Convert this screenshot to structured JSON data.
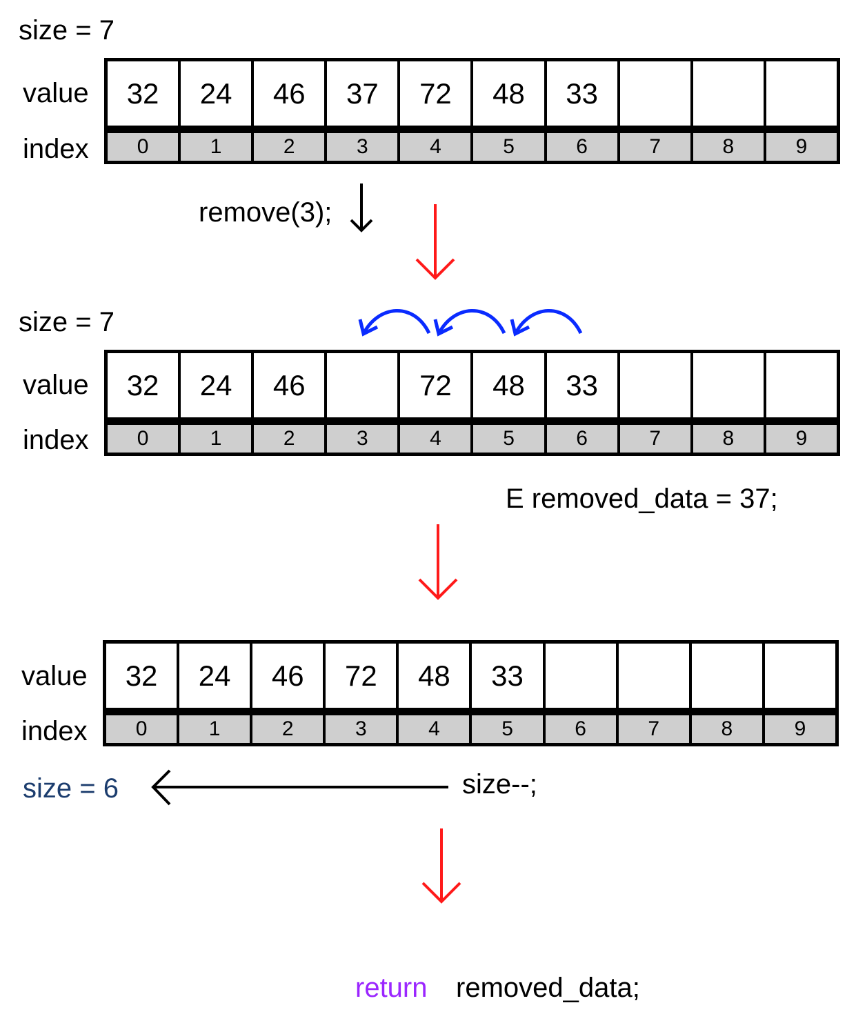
{
  "labels": {
    "size_before": "size = 7",
    "value": "value",
    "index": "index",
    "size_after": "size = 6"
  },
  "indices": [
    "0",
    "1",
    "2",
    "3",
    "4",
    "5",
    "6",
    "7",
    "8",
    "9"
  ],
  "arrays": [
    [
      "32",
      "24",
      "46",
      "37",
      "72",
      "48",
      "33",
      "",
      "",
      ""
    ],
    [
      "32",
      "24",
      "46",
      "",
      "72",
      "48",
      "33",
      "",
      "",
      ""
    ],
    [
      "32",
      "24",
      "46",
      "72",
      "48",
      "33",
      "",
      "",
      "",
      ""
    ]
  ],
  "code": {
    "call": "remove(3);",
    "removed": "E removed_data = 37;",
    "decrement": "size--;",
    "return_keyword": "return",
    "return_value": "removed_data;"
  },
  "colors": {
    "step_arrow": "#ff1a1a",
    "shift_arrow": "#0a2bff",
    "size_after": "#1c3d6e",
    "keyword": "#9b26ff"
  }
}
